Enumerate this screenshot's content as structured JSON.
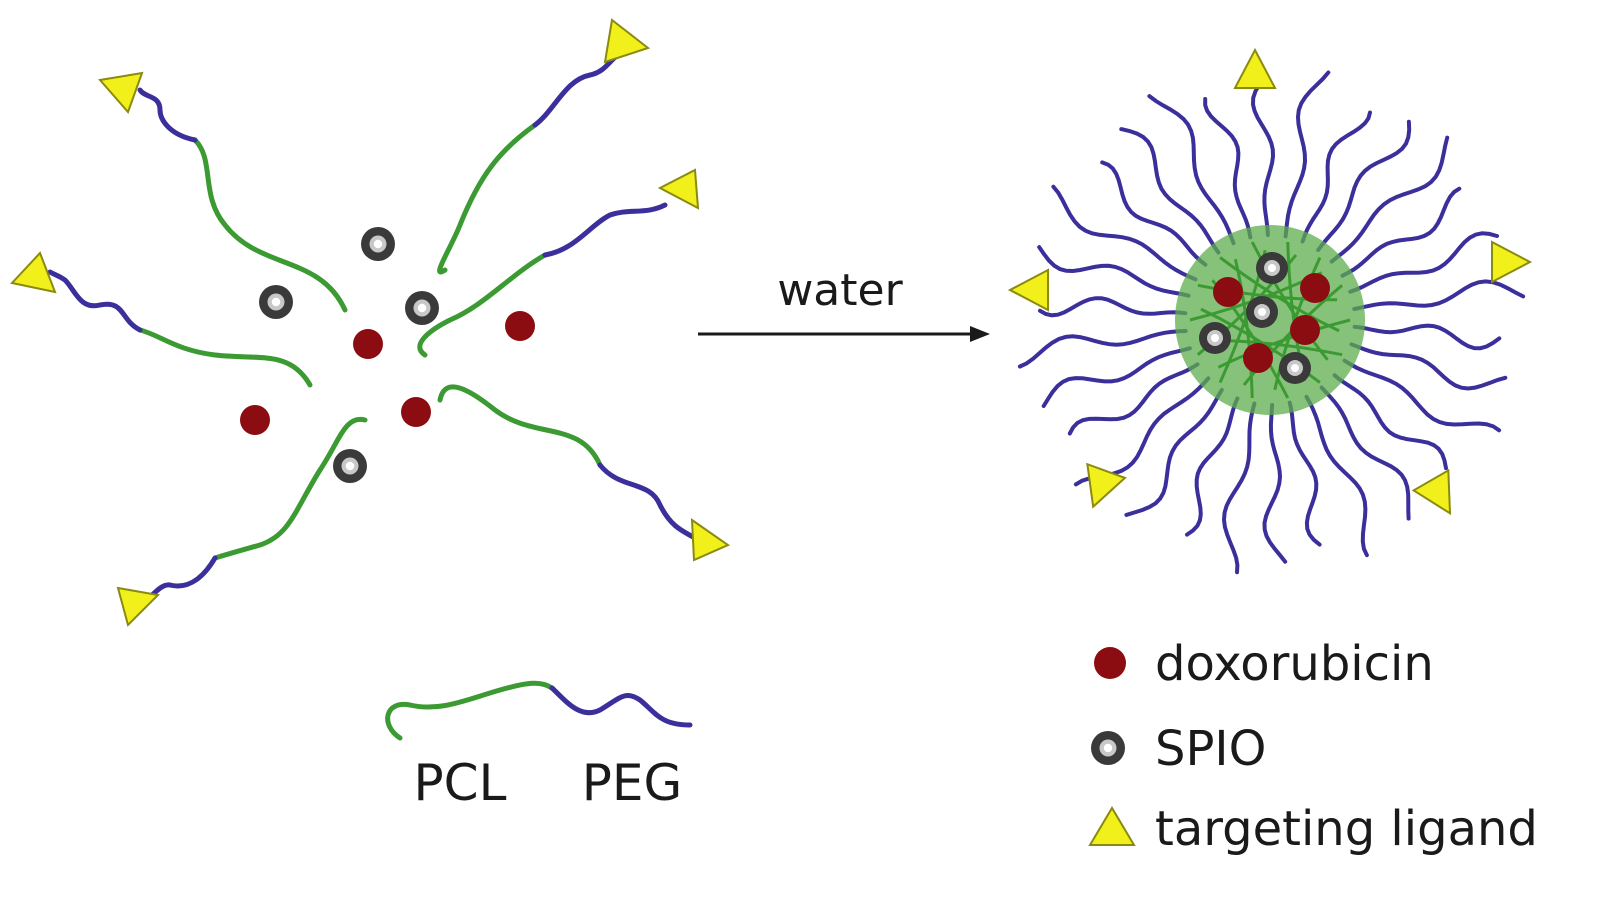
{
  "arrow": {
    "label": "water"
  },
  "chain_legend": {
    "pcl_label": "PCL",
    "peg_label": "PEG"
  },
  "legend": {
    "items": [
      {
        "key": "doxorubicin",
        "label": "doxorubicin"
      },
      {
        "key": "spio",
        "label": "SPIO"
      },
      {
        "key": "ligand",
        "label": "targeting ligand"
      }
    ]
  },
  "colors": {
    "pcl": "#3c9a33",
    "peg": "#3b2f9c",
    "doxorubicin": "#8b0d12",
    "spio_ring": "#3a3a3a",
    "spio_core": "#c8c8c8",
    "ligand_fill": "#f2f01a",
    "ligand_stroke": "#8a8a10",
    "core_glow": "#5fae4e"
  }
}
